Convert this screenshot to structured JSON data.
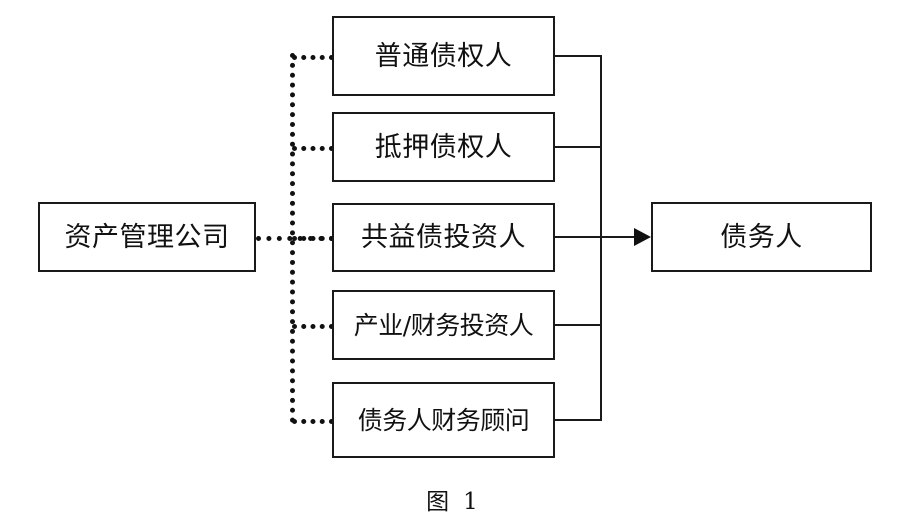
{
  "figure": {
    "caption_label": "图",
    "caption_number": "1"
  },
  "diagram": {
    "type": "flow-diagram",
    "orientation": "left-to-right",
    "source_node": {
      "id": "asset-management-company",
      "label": "资产管理公司"
    },
    "middle_nodes": [
      {
        "id": "ordinary-creditor",
        "label": "普通债权人"
      },
      {
        "id": "mortgage-creditor",
        "label": "抵押债权人"
      },
      {
        "id": "common-benefit-investor",
        "label": "共益债投资人"
      },
      {
        "id": "industrial-financial-investor",
        "label": "产业/财务投资人"
      },
      {
        "id": "debtor-financial-advisor",
        "label": "债务人财务顾问"
      }
    ],
    "target_node": {
      "id": "debtor",
      "label": "债务人"
    },
    "connectors": {
      "left_style": "dotted",
      "right_style": "solid",
      "arrow_target": "debtor",
      "arrow_direction": "right"
    },
    "colors": {
      "stroke": "#1a1a1a",
      "background": "#ffffff",
      "text": "#111111"
    }
  }
}
